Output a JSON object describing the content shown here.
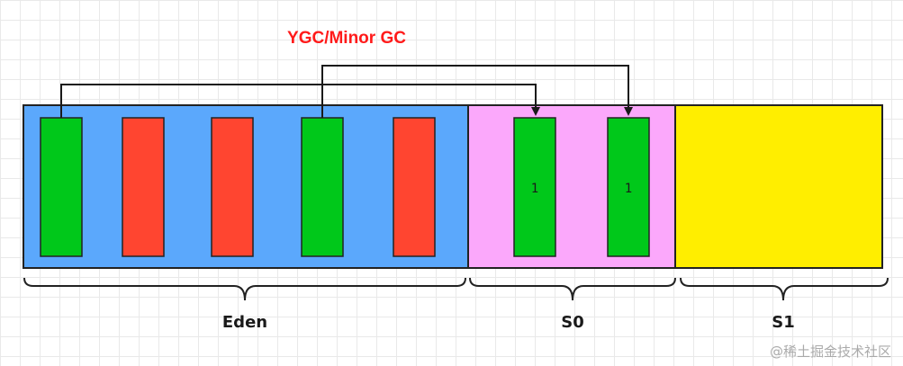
{
  "title": "YGC/Minor GC",
  "colors": {
    "title": "#ff1a1a",
    "eden": "#5ba8fc",
    "s0": "#fba8fb",
    "s1": "#ffee00",
    "live": "#00c81a",
    "garbage": "#ff4530",
    "outline": "#222222",
    "arrow": "#1a1a1a"
  },
  "regions": {
    "eden": {
      "label": "Eden"
    },
    "s0": {
      "label": "S0"
    },
    "s1": {
      "label": "S1"
    }
  },
  "eden_objects": [
    {
      "state": "live"
    },
    {
      "state": "garbage"
    },
    {
      "state": "garbage"
    },
    {
      "state": "live"
    },
    {
      "state": "garbage"
    }
  ],
  "s0_objects": [
    {
      "age_label": "1"
    },
    {
      "age_label": "1"
    }
  ],
  "watermark": "@稀土掘金技术社区"
}
